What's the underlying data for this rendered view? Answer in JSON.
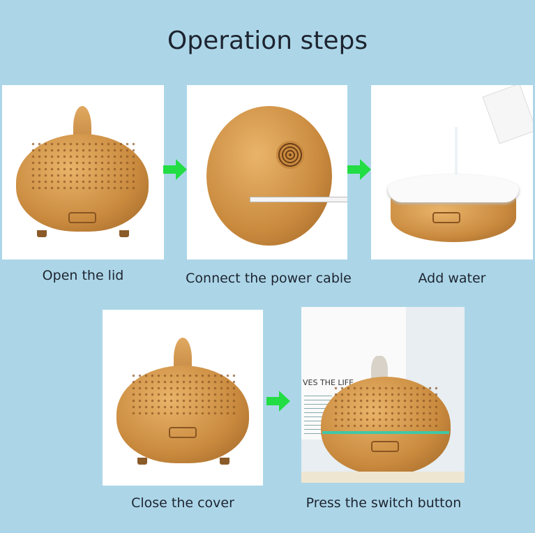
{
  "title": "Operation steps",
  "steps": [
    {
      "label": "Open the lid"
    },
    {
      "label": "Connect the power cable"
    },
    {
      "label": "Add water"
    },
    {
      "label": "Close the cover"
    },
    {
      "label": "Press the switch button"
    }
  ],
  "photo_text": {
    "heading": "VES THE LIFE"
  },
  "colors": {
    "background": "#acd6e8",
    "arrow": "#22dd44"
  }
}
